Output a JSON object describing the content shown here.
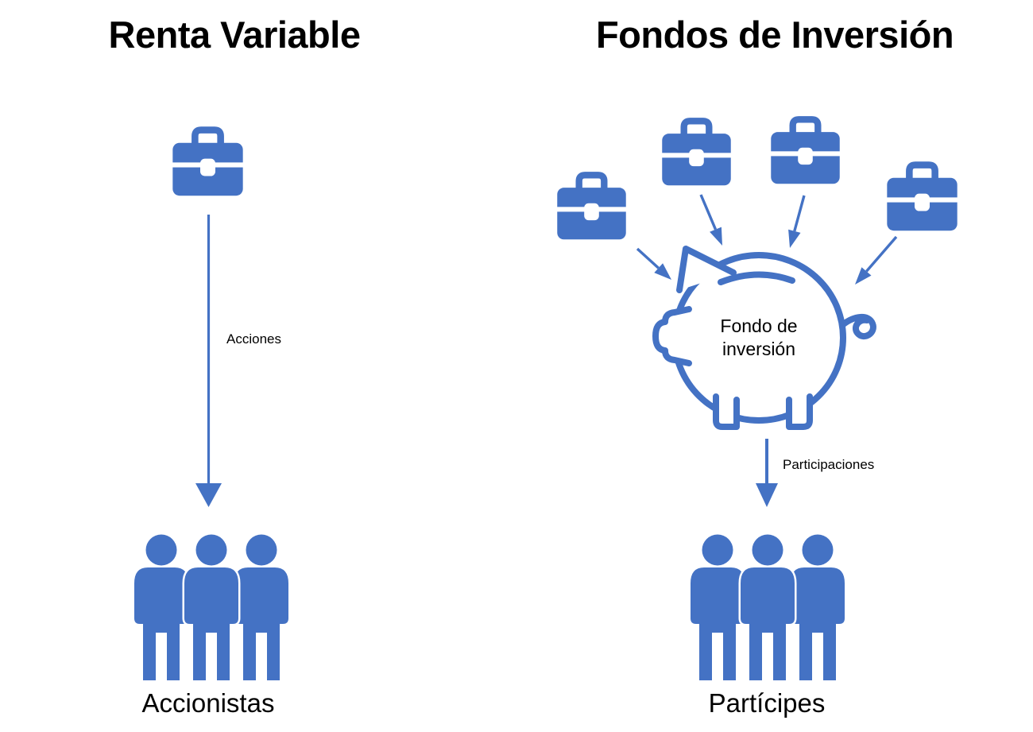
{
  "colors": {
    "accent": "#4472C4",
    "text": "#000000",
    "background": "#FFFFFF"
  },
  "left_panel": {
    "title": "Renta Variable",
    "arrow_label": "Acciones",
    "group_label": "Accionistas",
    "icons": [
      "briefcase-icon",
      "down-arrow-icon",
      "people-group-icon"
    ]
  },
  "right_panel": {
    "title": "Fondos de Inversión",
    "briefcase_count": 4,
    "piggy_label": "Fondo de\ninversión",
    "arrow_label": "Participaciones",
    "group_label": "Partícipes",
    "icons": [
      "briefcase-icon",
      "inflow-arrow-icon",
      "piggy-bank-icon",
      "down-arrow-icon",
      "people-group-icon"
    ]
  }
}
